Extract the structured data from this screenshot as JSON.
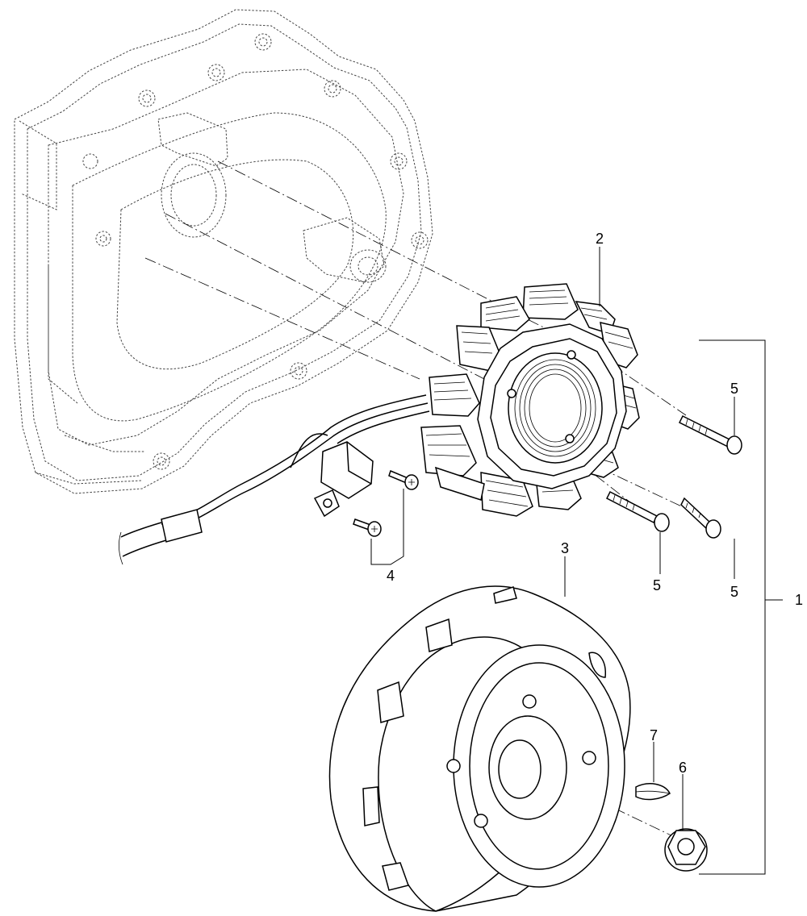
{
  "callouts": {
    "assembly": "1",
    "stator": "2",
    "flywheel_rotor": "3",
    "pickup_screws": "4",
    "stator_bolt_upper": "5",
    "stator_bolt_mid": "5",
    "stator_bolt_lower": "5",
    "flywheel_nut": "6",
    "woodruff_key": "7"
  }
}
